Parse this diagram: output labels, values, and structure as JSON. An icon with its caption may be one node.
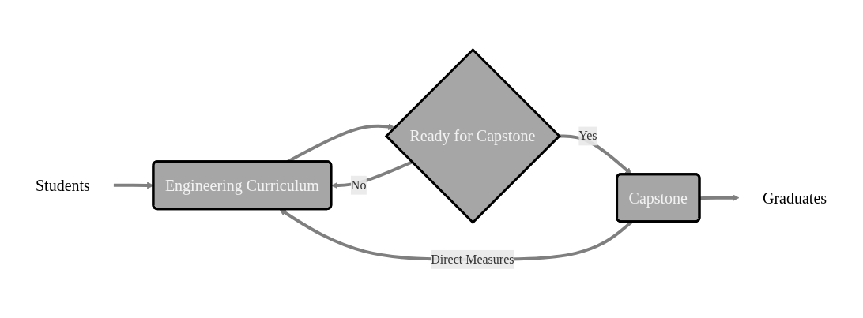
{
  "diagram": {
    "nodes": [
      {
        "text": [
          "Students"
        ]
      },
      {
        "text": [
          "Engineering Curriculum"
        ]
      },
      {
        "text": [
          "Ready for Capstone"
        ]
      },
      {
        "text": [
          "Capstone"
        ]
      },
      {
        "text": [
          "Graduates"
        ]
      }
    ],
    "edges": [
      {
        "from": 0,
        "to": 1,
        "arrow": "to"
      },
      {
        "from": 1,
        "to": 2,
        "arrow": "to"
      },
      {
        "from": 2,
        "to": 3,
        "label": "Yes",
        "arrow": "to"
      },
      {
        "from": 2,
        "to": 1,
        "label": "No",
        "arrow": "to"
      },
      {
        "from": 3,
        "to": 4,
        "arrow": "to"
      },
      {
        "from": 3,
        "to": 1,
        "label": "Direct Measures",
        "arrow": "to"
      }
    ]
  }
}
